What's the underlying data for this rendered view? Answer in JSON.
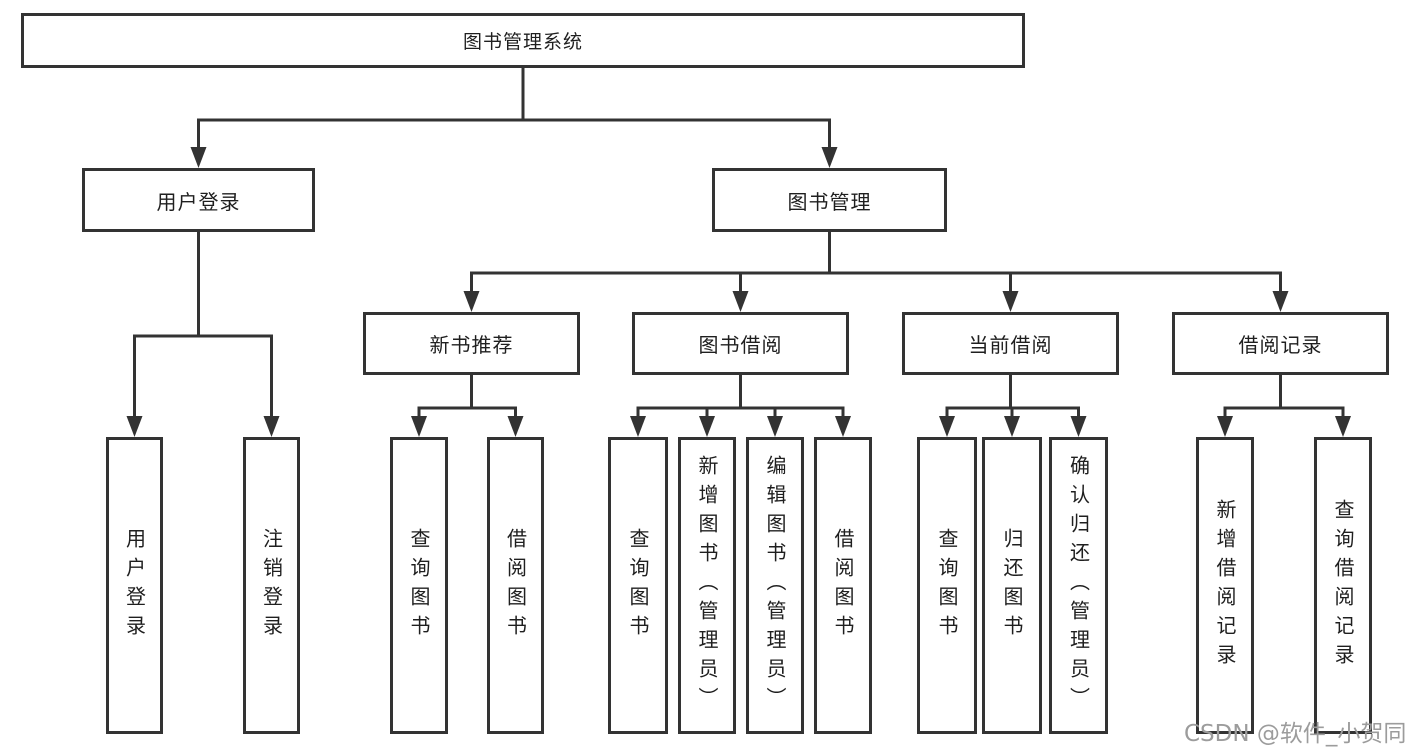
{
  "diagram": {
    "root": {
      "label": "图书管理系统"
    },
    "branches": [
      {
        "label": "用户登录",
        "children": [
          "用户登录",
          "注销登录"
        ]
      },
      {
        "label": "图书管理",
        "groups": [
          {
            "label": "新书推荐",
            "children": [
              "查询图书",
              "借阅图书"
            ]
          },
          {
            "label": "图书借阅",
            "children": [
              "查询图书",
              "新增图书（管理员）",
              "编辑图书（管理员）",
              "借阅图书"
            ]
          },
          {
            "label": "当前借阅",
            "children": [
              "查询图书",
              "归还图书",
              "确认归还（管理员）"
            ]
          },
          {
            "label": "借阅记录",
            "children": [
              "新增借阅记录",
              "查询借阅记录"
            ]
          }
        ]
      }
    ]
  },
  "watermark": {
    "text": "CSDN @软件_小贺同学"
  },
  "colors": {
    "line": "#333333",
    "text": "#1f1f1f",
    "background": "#ffffff",
    "watermark": "#9c9c9c"
  }
}
